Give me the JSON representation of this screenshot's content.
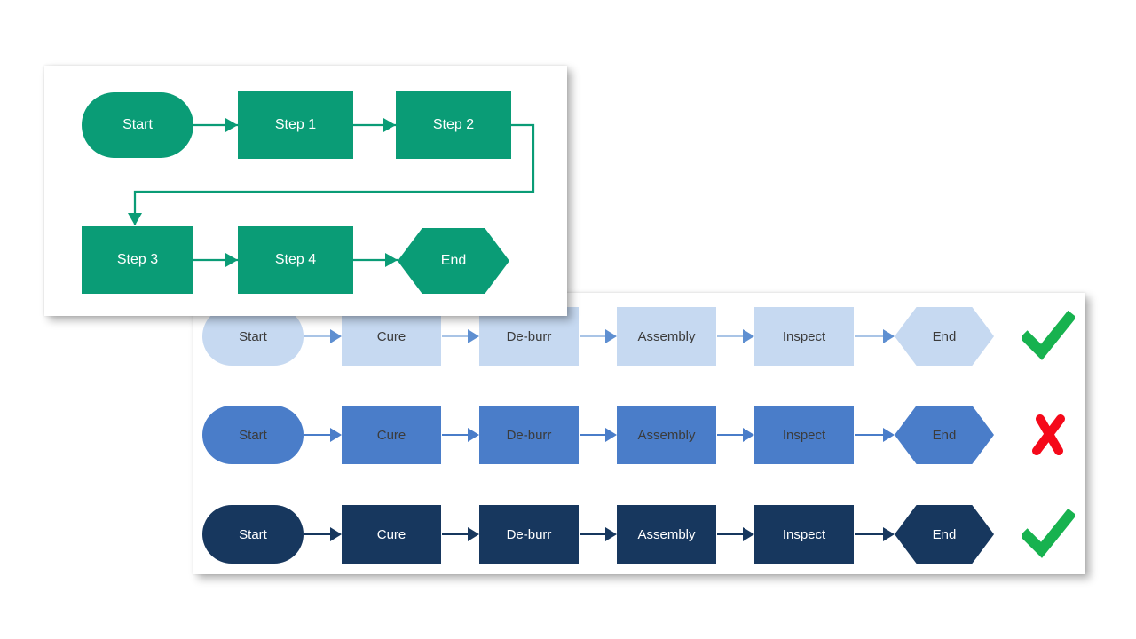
{
  "flowchart_panel": {
    "accent_color": "#0A9C76",
    "text_color": "#FFFFFF",
    "nodes": [
      {
        "label": "Start",
        "shape": "stadium"
      },
      {
        "label": "Step 1",
        "shape": "rectangle"
      },
      {
        "label": "Step 2",
        "shape": "rectangle"
      },
      {
        "label": "Step 3",
        "shape": "rectangle"
      },
      {
        "label": "Step 4",
        "shape": "rectangle"
      },
      {
        "label": "End",
        "shape": "hexagon"
      }
    ]
  },
  "comparison_panel": {
    "check_color": "#17B24F",
    "cross_color": "#F5091A",
    "rows": [
      {
        "style": "light-blue",
        "fill": "#C6D9F1",
        "text_color": "#3B3B3B",
        "arrow_line": "#A9C4E6",
        "arrow_head": "#5E8FD1",
        "verdict": "pass",
        "nodes": [
          "Start",
          "Cure",
          "De-burr",
          "Assembly",
          "Inspect",
          "End"
        ]
      },
      {
        "style": "medium-blue",
        "fill": "#4A7DC9",
        "text_color": "#3B3B3B",
        "arrow_line": "#4A7DC9",
        "arrow_head": "#4A7DC9",
        "verdict": "fail",
        "nodes": [
          "Start",
          "Cure",
          "De-burr",
          "Assembly",
          "Inspect",
          "End"
        ]
      },
      {
        "style": "dark-navy",
        "fill": "#17375E",
        "text_color": "#FFFFFF",
        "arrow_line": "#17375E",
        "arrow_head": "#17375E",
        "verdict": "pass",
        "nodes": [
          "Start",
          "Cure",
          "De-burr",
          "Assembly",
          "Inspect",
          "End"
        ]
      }
    ]
  }
}
